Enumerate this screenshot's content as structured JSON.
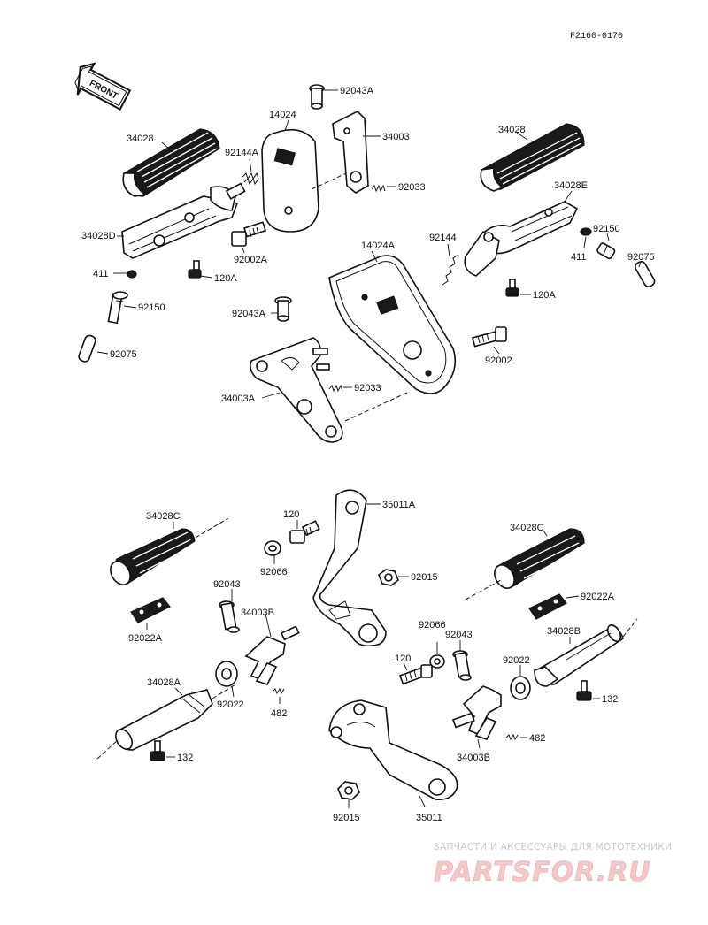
{
  "diagram": {
    "code": "F2160-0170",
    "front_label": "FRONT",
    "parts": {
      "p34028_left": "34028",
      "p14024": "14024",
      "p92043A_top": "92043A",
      "p34003": "34003",
      "p92144A": "92144A",
      "p92033_top": "92033",
      "p34028D": "34028D",
      "p92002A": "92002A",
      "p411_left": "411",
      "p120A_left": "120A",
      "p92150_left": "92150",
      "p92075_left": "92075",
      "p34028_right": "34028",
      "p34028E": "34028E",
      "p92144": "92144",
      "p14024A": "14024A",
      "p92150_right": "92150",
      "p411_right": "411",
      "p92075_right": "92075",
      "p120A_right": "120A",
      "p92043A_mid": "92043A",
      "p92002": "92002",
      "p92033_mid": "92033",
      "p34003A": "34003A",
      "p34028C_left": "34028C",
      "p120_top": "120",
      "p35011A": "35011A",
      "p92066_left": "92066",
      "p92015_top": "92015",
      "p34028C_right": "34028C",
      "p92043_left": "92043",
      "p34003B_left": "34003B",
      "p92022A_left": "92022A",
      "p92022A_right": "92022A",
      "p34028B": "34028B",
      "p92066_right": "92066",
      "p92043_right": "92043",
      "p120_bottom": "120",
      "p92022_right": "92022",
      "p34028A": "34028A",
      "p92022_left": "92022",
      "p482_left": "482",
      "p132_right": "132",
      "p482_right": "482",
      "p132_left": "132",
      "p34003B_right": "34003B",
      "p92015_bottom": "92015",
      "p35011": "35011"
    }
  },
  "watermark": {
    "caption": "ЗАПЧАСТИ И АКСЕССУАРЫ ДЛЯ МОТОТЕХНИКИ",
    "logo": "PARTSFOR.RU"
  }
}
